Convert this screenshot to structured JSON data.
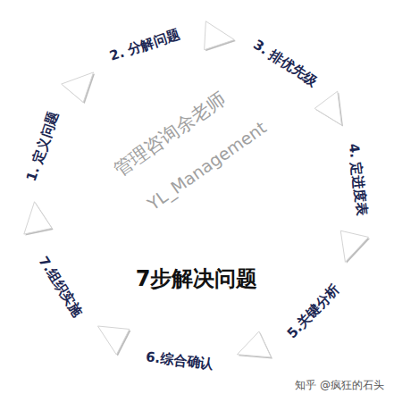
{
  "diagram": {
    "title": "7步解决问题",
    "nodes": [
      {
        "text": [
          "1. 定义问题"
        ]
      },
      {
        "text": [
          "2. 分解问题"
        ]
      },
      {
        "text": [
          "3. 排优先级"
        ]
      },
      {
        "text": [
          "4. 定进度表"
        ]
      },
      {
        "text": [
          "5.关键分析"
        ]
      },
      {
        "text": [
          "6.综合确认"
        ]
      },
      {
        "text": [
          "7.组织实施"
        ]
      }
    ],
    "edges": [
      {
        "from": 0,
        "to": 1,
        "arrow": "to"
      },
      {
        "from": 1,
        "to": 2,
        "arrow": "to"
      },
      {
        "from": 2,
        "to": 3,
        "arrow": "to"
      },
      {
        "from": 3,
        "to": 4,
        "arrow": "to"
      },
      {
        "from": 4,
        "to": 5,
        "arrow": "to"
      },
      {
        "from": 5,
        "to": 6,
        "arrow": "to"
      },
      {
        "from": 6,
        "to": 0,
        "arrow": "to"
      }
    ],
    "labels": [
      "管理咨询余老师",
      "YL_Management",
      "知乎 @疯狂的石头"
    ]
  }
}
